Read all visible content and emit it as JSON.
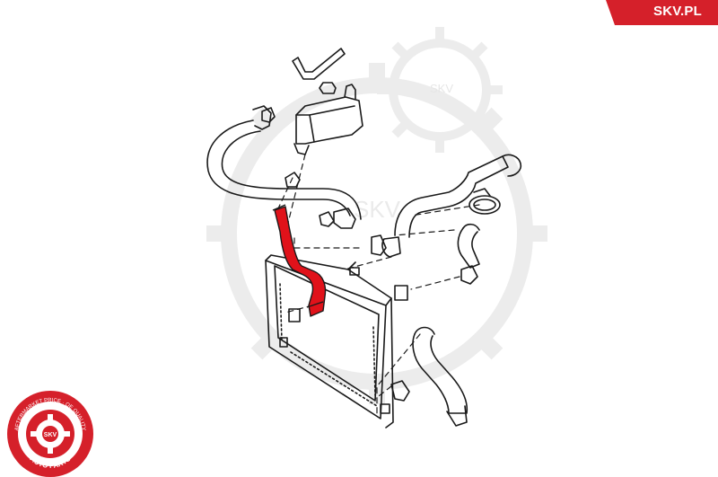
{
  "brand": {
    "corner_tag": "SKV.PL",
    "watermark_text": "SKV",
    "accent_color": "#d5202a",
    "seal_color": "#d5202a",
    "seal_text_top": "AFTERMARKET PRICE · OE QUALITY",
    "seal_text_bottom": "AUTO PARTS",
    "seal_center": "SKV"
  },
  "diagram": {
    "highlight_color": "#e0121a",
    "line_color": "#1a1a1a",
    "watermark_color": "#ececec",
    "highlighted_part": "radiator-hose"
  }
}
